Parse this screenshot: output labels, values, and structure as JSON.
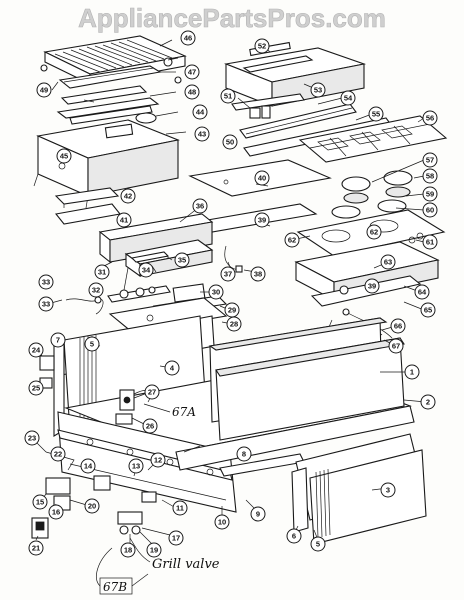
{
  "watermark": "AppliancePartsPros.com",
  "part_numbers": [
    "1",
    "2",
    "3",
    "4",
    "5",
    "6",
    "7",
    "8",
    "9",
    "10",
    "11",
    "12",
    "13",
    "14",
    "15",
    "16",
    "17",
    "18",
    "19",
    "20",
    "21",
    "22",
    "23",
    "24",
    "25",
    "26",
    "27",
    "28",
    "29",
    "30",
    "31",
    "32",
    "33",
    "34",
    "35",
    "36",
    "37",
    "38",
    "39",
    "40",
    "41",
    "42",
    "43",
    "44",
    "45",
    "46",
    "47",
    "48",
    "49",
    "50",
    "51",
    "52",
    "53",
    "54",
    "55",
    "56",
    "57",
    "58",
    "59",
    "60",
    "61",
    "62",
    "63",
    "64",
    "65",
    "66",
    "67"
  ],
  "handwritten": {
    "label_67a": "67A",
    "label_67b": "67B",
    "grill_valve": "Grill valve"
  }
}
